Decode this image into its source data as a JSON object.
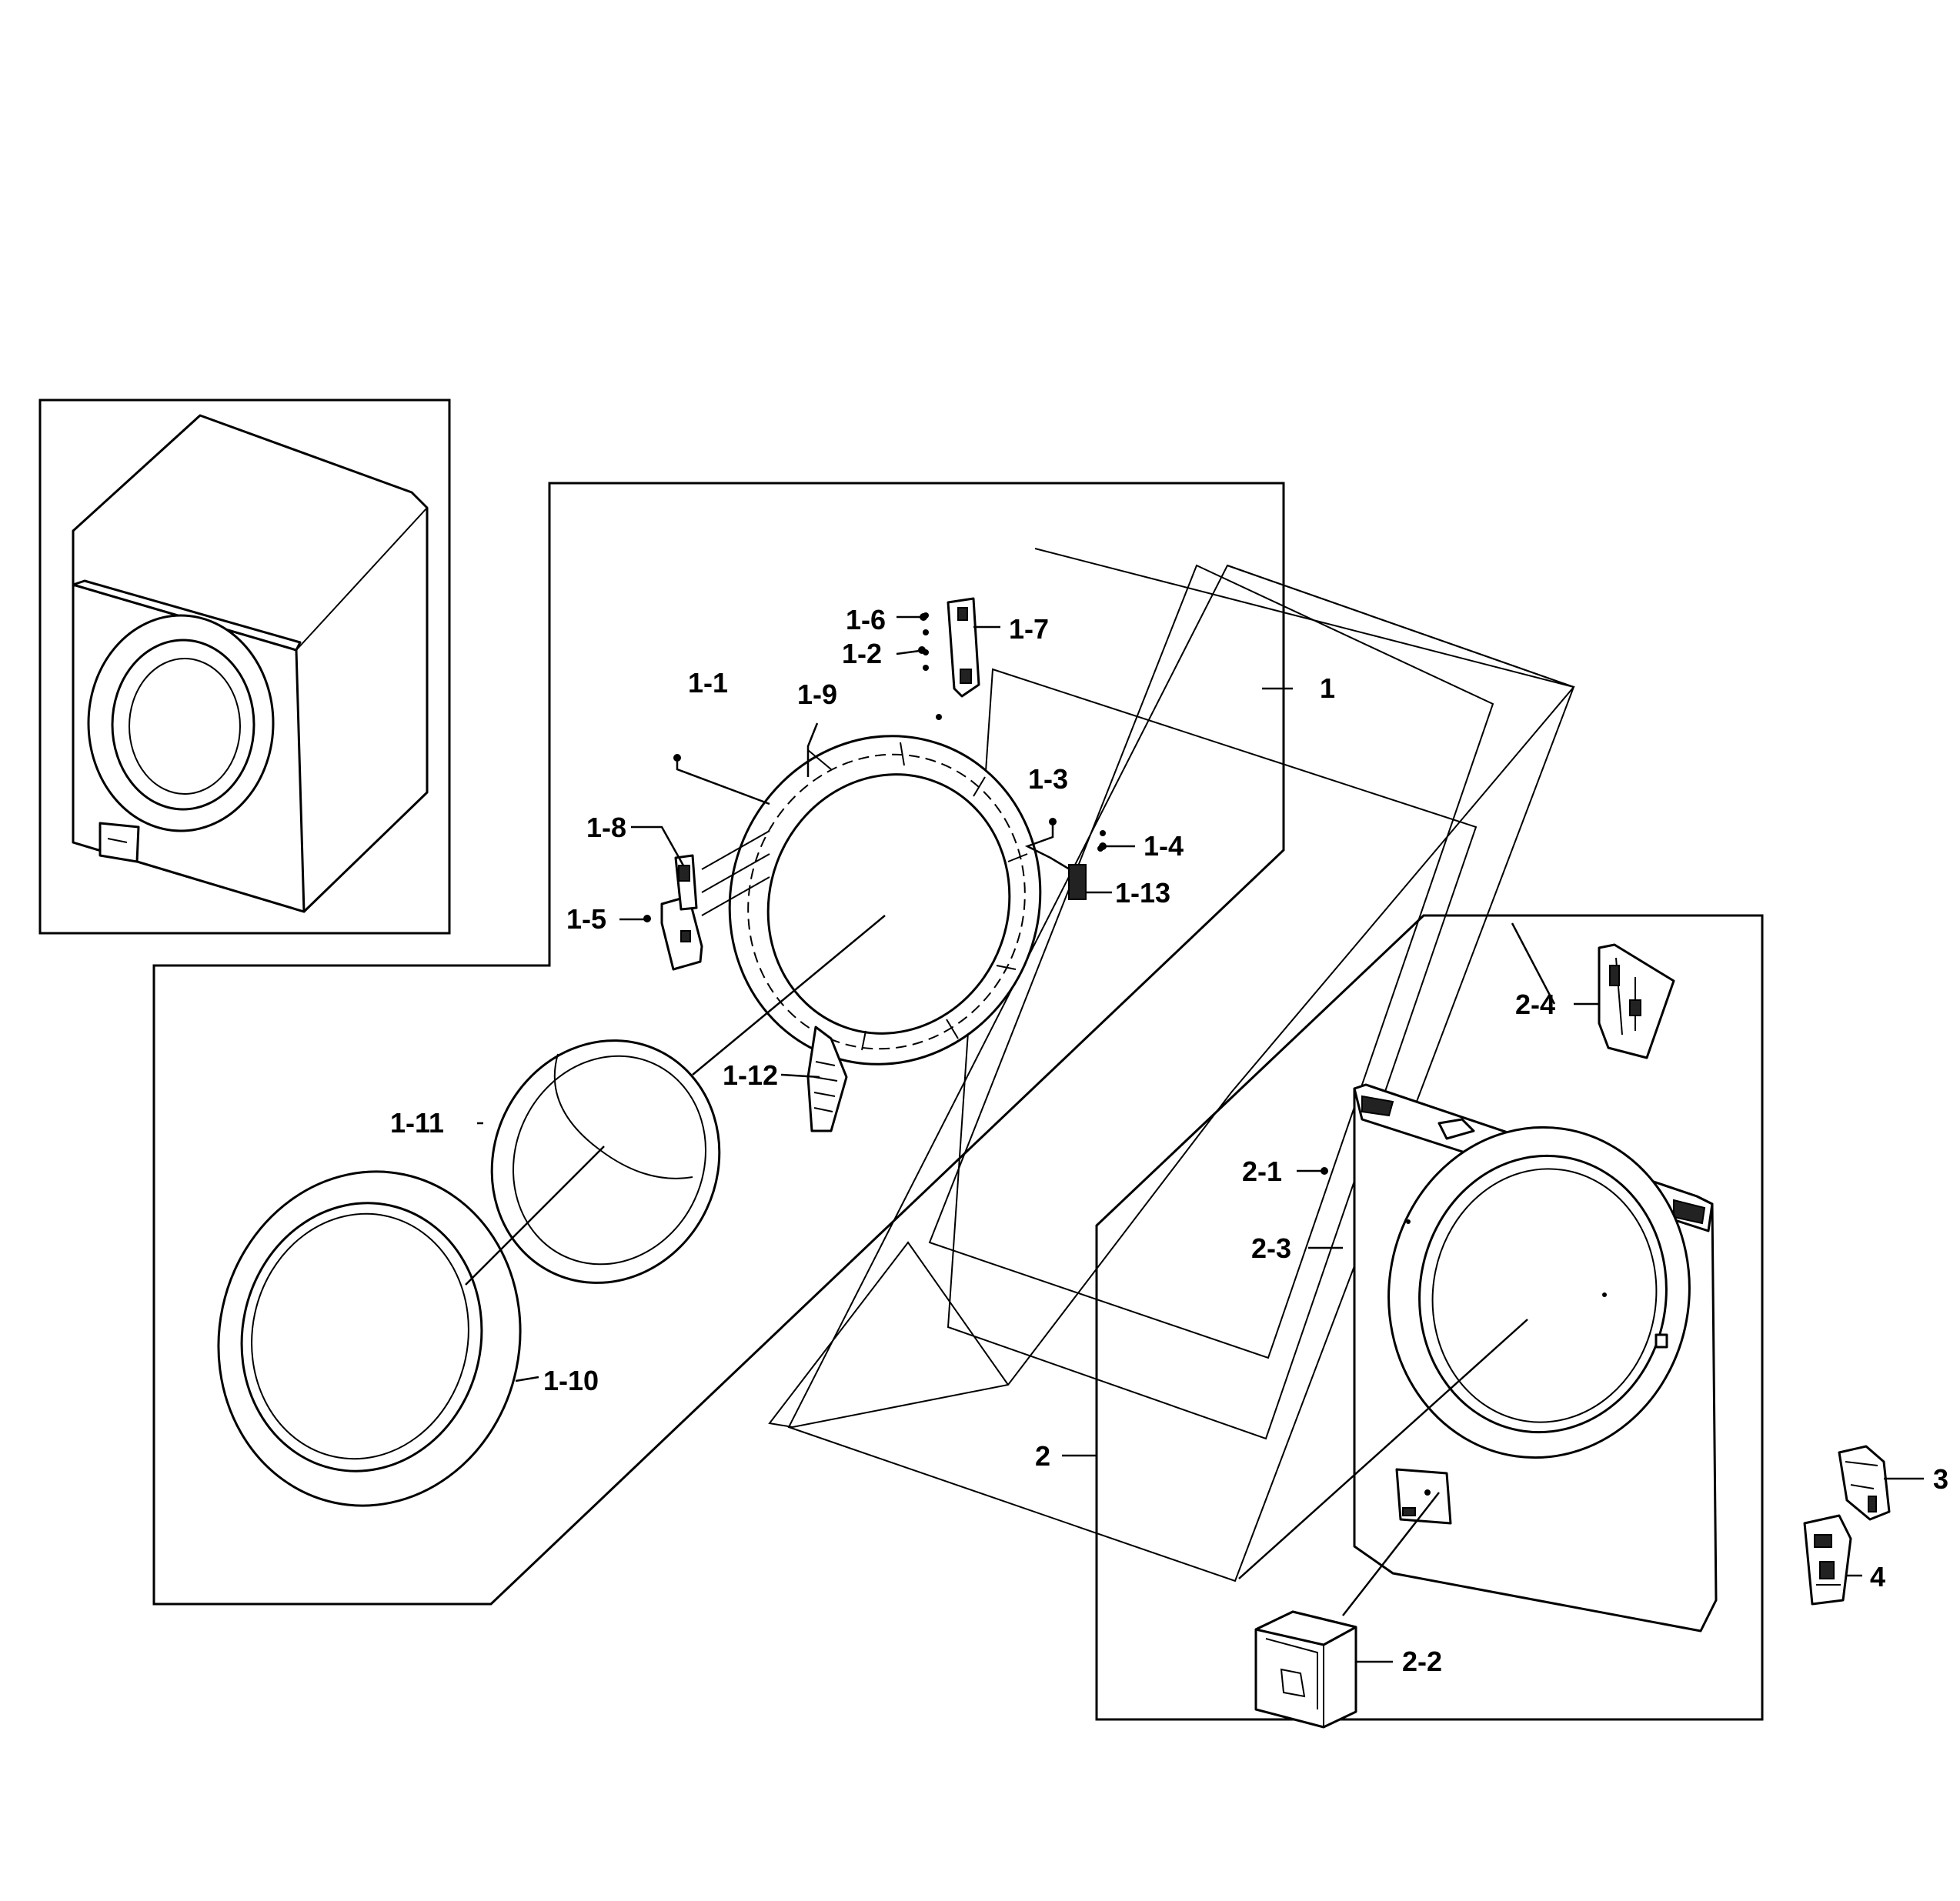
{
  "callouts": {
    "c1": "1",
    "c1_1": "1-1",
    "c1_2": "1-2",
    "c1_3": "1-3",
    "c1_4": "1-4",
    "c1_5": "1-5",
    "c1_6": "1-6",
    "c1_7": "1-7",
    "c1_8": "1-8",
    "c1_9": "1-9",
    "c1_10": "1-10",
    "c1_11": "1-11",
    "c1_12": "1-12",
    "c1_13": "1-13",
    "c2": "2",
    "c2_1": "2-1",
    "c2_2": "2-2",
    "c2_3": "2-3",
    "c2_4": "2-4",
    "c3": "3",
    "c4": "4"
  }
}
